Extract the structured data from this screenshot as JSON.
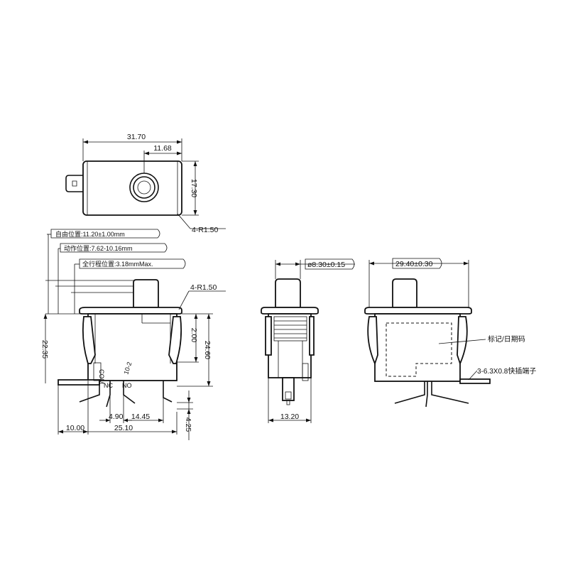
{
  "top_view": {
    "dims": {
      "overall_length": "31.70",
      "button_offset": "11.68",
      "width": "17.30",
      "corner_radius": "4-R1.50"
    }
  },
  "front_view": {
    "callouts": {
      "free_position": "自由位置:11.20±1.00mm",
      "operating_position": "动作位置:7.62-10.16mm",
      "total_travel": "全行程位置:3.18mmMax."
    },
    "dims": {
      "corner_radius": "4-R1.50",
      "overall_height": "22.35",
      "flange_offset": "2.00",
      "body_height": "24.60",
      "terminal_pitch": "4.90",
      "terminal_span": "14.45",
      "terminal_depth": "4.25",
      "terminal_overhang": "10.00",
      "body_width": "25.10"
    },
    "marks": {
      "com": "COM",
      "nc": "NC",
      "no": "NO",
      "model": "10-2"
    }
  },
  "side_view": {
    "dims": {
      "plunger_diameter": "ø8.30±0.15",
      "depth": "13.20"
    }
  },
  "rear_view": {
    "dims": {
      "flange_width": "29.40±0.30"
    },
    "labels": {
      "marking": "标记/日期码",
      "terminals": "3-6.3X0.8快插端子"
    }
  }
}
